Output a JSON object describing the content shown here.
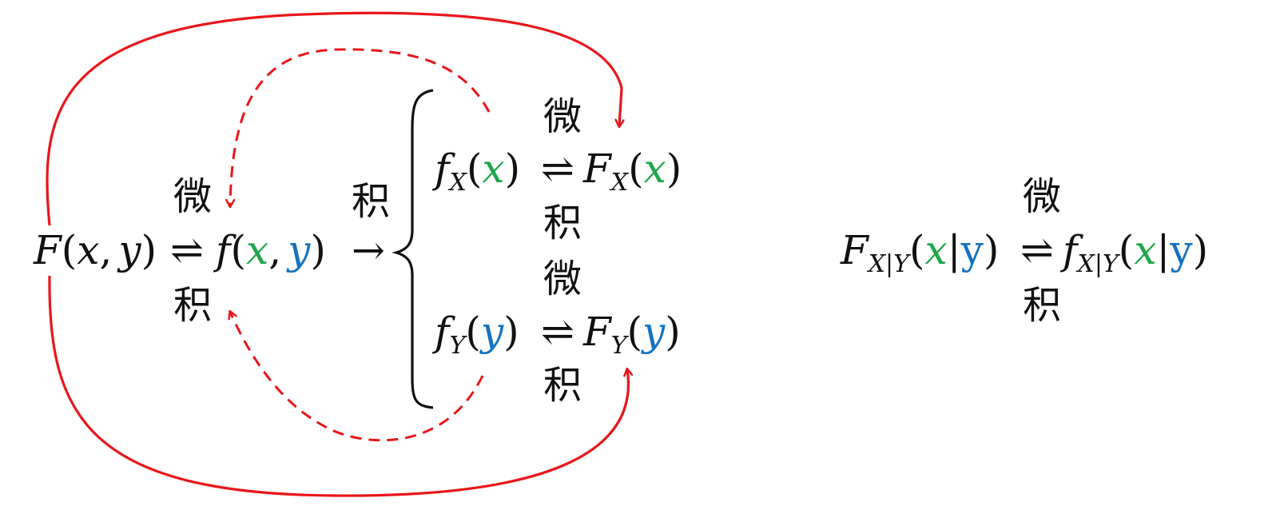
{
  "colors": {
    "red": "#e8161b",
    "green": "#1ea64a",
    "blue": "#1573c0",
    "ink": "#111111"
  },
  "labels": {
    "wei": "微",
    "ji": "积"
  },
  "symbols": {
    "equilibrium": "⇌",
    "right_arrow": "→",
    "open_paren": "(",
    "close_paren": ")",
    "comma": ",",
    "bar": "|"
  },
  "variables": {
    "F": "F",
    "f": "f",
    "x": "x",
    "y": "y",
    "X": "X",
    "Y": "Y",
    "X_given_Y": "X|Y",
    "y_upright": "y"
  }
}
